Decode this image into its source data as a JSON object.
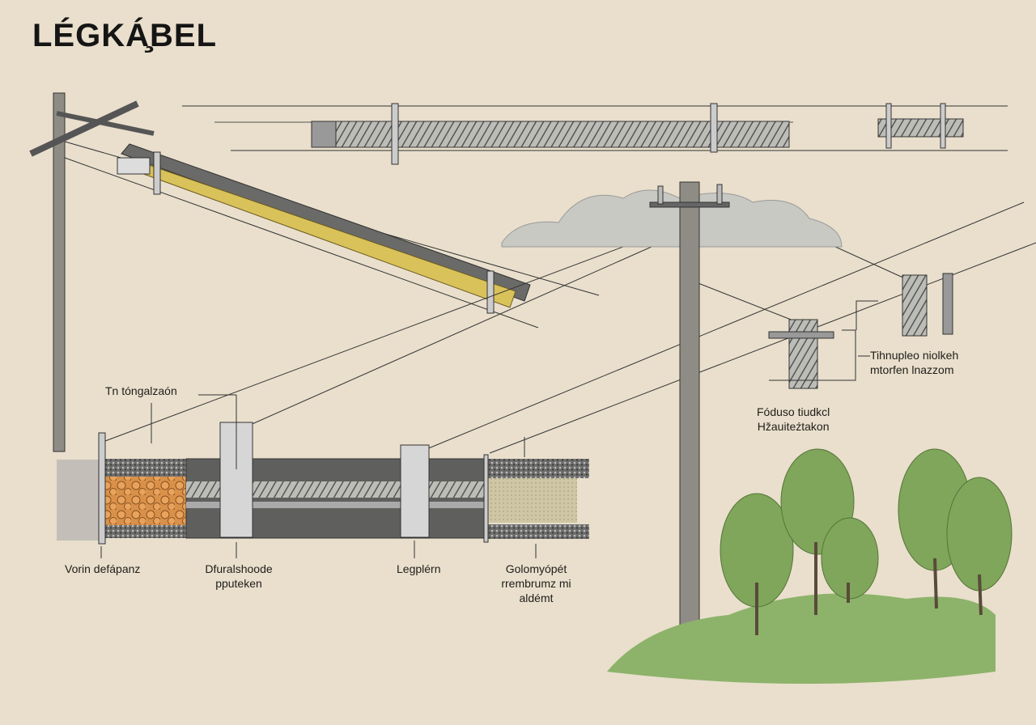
{
  "title": "LÉGKÁ̧BEL",
  "labels": {
    "top_left": "Tn tóngalzaón",
    "bottom_1": "Vorin defápanz",
    "bottom_2_line1": "Dfuralshoode",
    "bottom_2_line2": "pputeken",
    "bottom_3": "Legplérn",
    "bottom_4_line1": "Golomyópét",
    "bottom_4_line2": "rrembrumz mi",
    "bottom_4_line3": "aldémt",
    "right_1_line1": "Tihnupleo niolkeh",
    "right_1_line2": "mtorfen lnazzom",
    "right_2_line1": "Fóduso tiudkcl",
    "right_2_line2": "Hžauiteźtakon"
  },
  "colors": {
    "paper": "#e9dfcc",
    "pole": "#8e8c84",
    "cable": "#5a5a58",
    "yellow_core": "#d9c25a",
    "gravel_orange": "#d9914a",
    "tree": "#7fa65a"
  }
}
